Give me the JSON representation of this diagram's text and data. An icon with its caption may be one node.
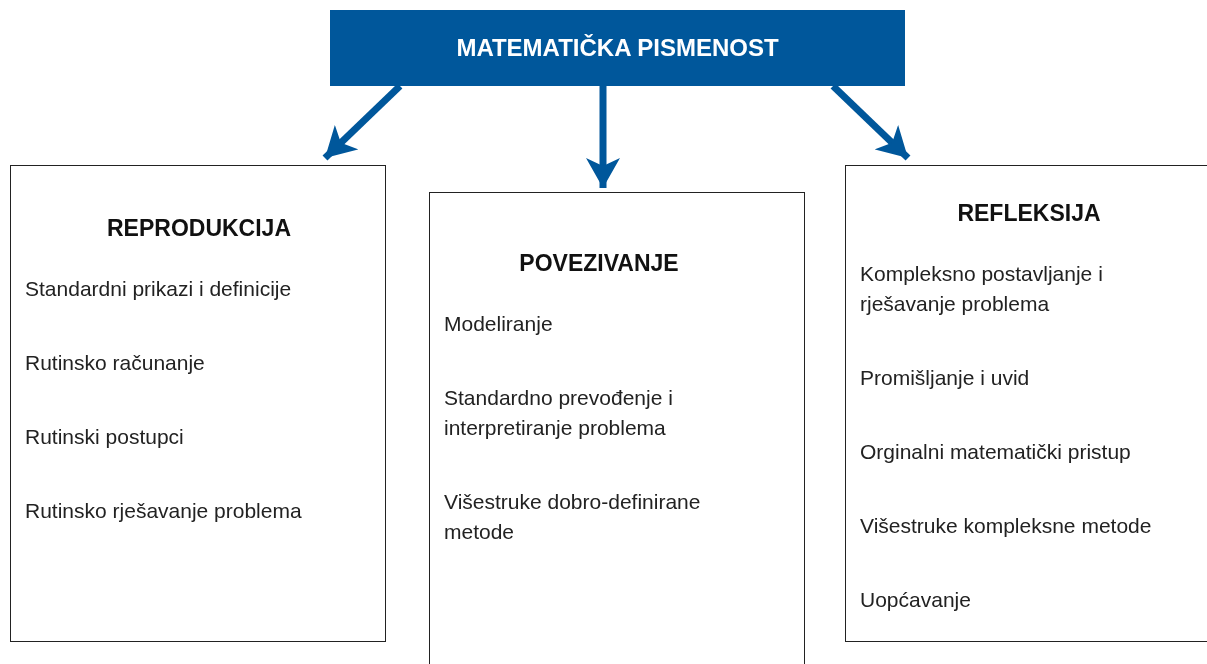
{
  "diagram": {
    "nodes": [
      {
        "text": [
          "MATEMATIČKA PISMENOST"
        ]
      },
      {
        "text": [
          "REPRODUKCIJA",
          "Standardni prikazi i definicije",
          "Rutinsko računanje",
          "Rutinski postupci",
          "Rutinsko rješavanje problema"
        ]
      },
      {
        "text": [
          "POVEZIVANJE",
          "Modeliranje",
          "Standardno prevođenje i interpretiranje problema",
          "Višestruke dobro-definirane metode"
        ]
      },
      {
        "text": [
          "REFLEKSIJA",
          "Kompleksno postavljanje i rješavanje problema",
          "Promišljanje i uvid",
          "Orginalni matematički pristup",
          "Višestruke kompleksne metode",
          "Uopćavanje"
        ]
      }
    ],
    "edges": [
      {
        "from": 0,
        "to": 1,
        "arrow": "to"
      },
      {
        "from": 0,
        "to": 2,
        "arrow": "to"
      },
      {
        "from": 0,
        "to": 3,
        "arrow": "to"
      }
    ]
  }
}
